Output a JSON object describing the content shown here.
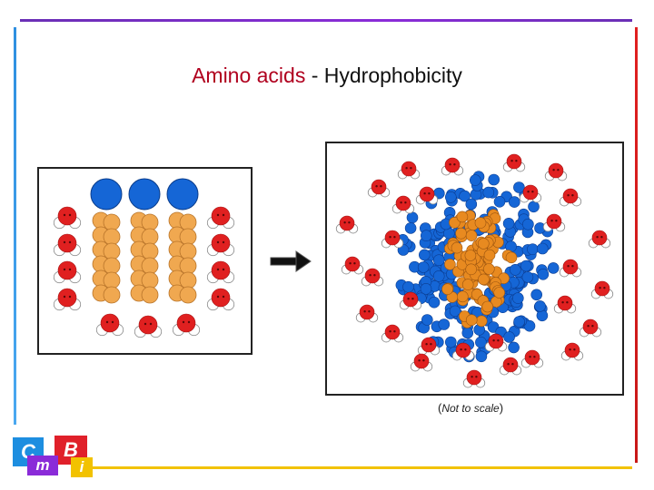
{
  "slide": {
    "title_part1": "Amino acids",
    "title_part2": " - Hydrophobicity",
    "note_open": "(",
    "note_text": "Not to scale",
    "note_close": ")"
  },
  "logo": {
    "c": "C",
    "m": "m",
    "b": "B",
    "i": "i"
  },
  "colors": {
    "frame_top": "#7b2fd0",
    "frame_left": "#2e8fe0",
    "frame_right": "#e02020",
    "frame_bottom": "#f2c200",
    "title_accent": "#b0001e",
    "head_blue": "#1566d6",
    "tail_orange": "#f0a850",
    "oxygen_red": "#e02020"
  },
  "icons": [
    "bilayer-diagram",
    "right-arrow-icon",
    "micelle-diagram",
    "cmbi-logo"
  ]
}
